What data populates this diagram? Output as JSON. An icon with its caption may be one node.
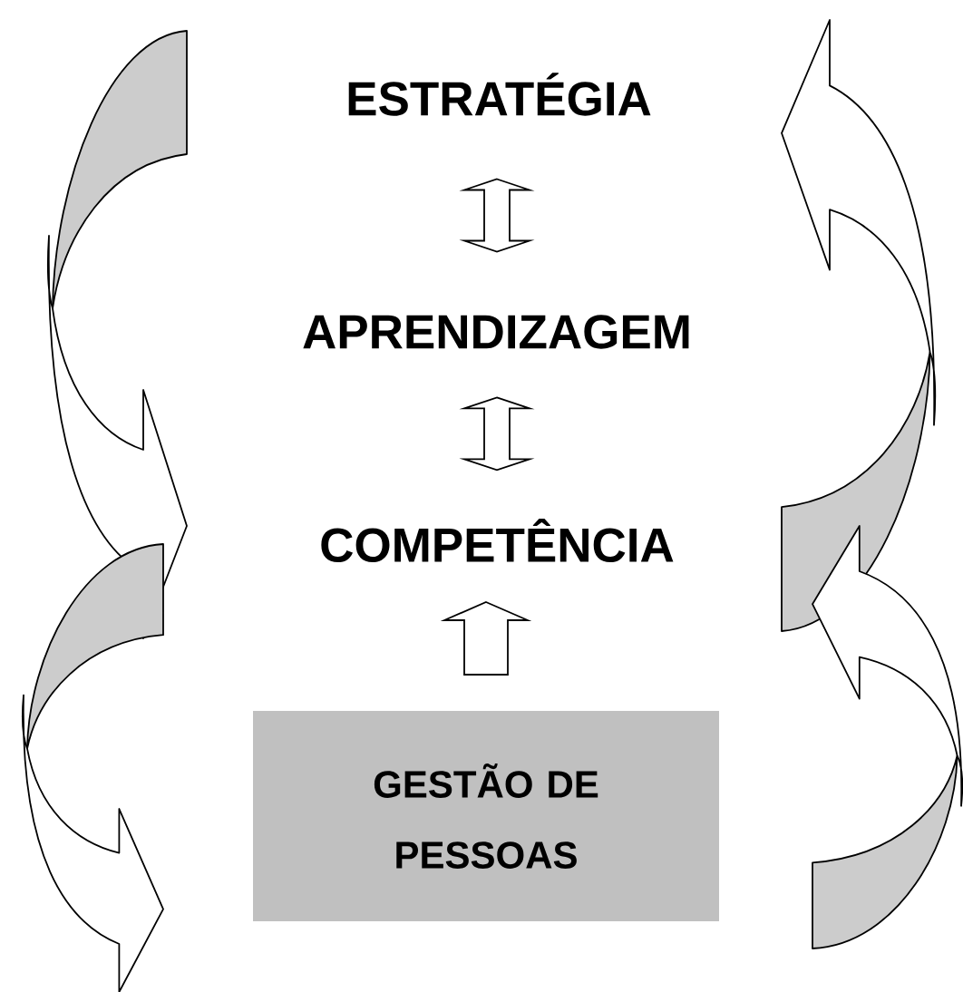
{
  "diagram": {
    "nodes": [
      {
        "text": [
          "ESTRATÉGIA"
        ]
      },
      {
        "text": [
          "APRENDIZAGEM"
        ]
      },
      {
        "text": [
          "COMPETÊNCIA"
        ]
      },
      {
        "text": [
          "GESTÃO DE PESSOAS"
        ]
      }
    ],
    "edges": [
      {
        "from": 0,
        "to": 1,
        "arrow": "both"
      },
      {
        "from": 1,
        "to": 2,
        "arrow": "both"
      },
      {
        "from": 3,
        "to": 2,
        "arrow": "to"
      }
    ]
  }
}
